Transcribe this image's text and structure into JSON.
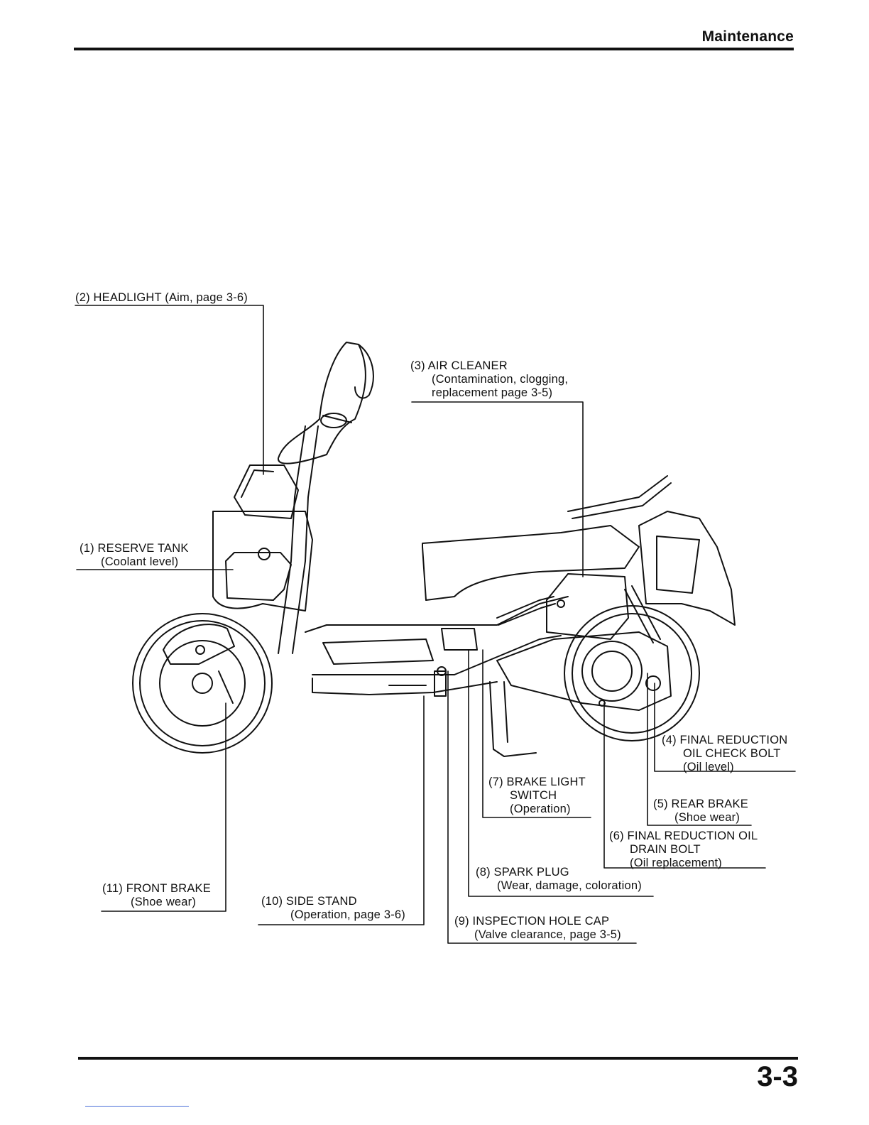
{
  "header": {
    "section": "Maintenance"
  },
  "footer": {
    "page_number": "3-3"
  },
  "callouts": {
    "headlight": {
      "l1": "(2) HEADLIGHT (Aim, page 3-6)"
    },
    "air_cleaner": {
      "l1": "(3) AIR CLEANER",
      "l2": "(Contamination, clogging,",
      "l3": "replacement page 3-5)"
    },
    "reserve_tank": {
      "l1": "(1) RESERVE TANK",
      "l2": "(Coolant level)"
    },
    "final_check_bolt": {
      "l1": "(4) FINAL REDUCTION",
      "l2": "OIL CHECK BOLT",
      "l3": "(Oil level)"
    },
    "brake_light": {
      "l1": "(7) BRAKE LIGHT",
      "l2": "SWITCH",
      "l3": "(Operation)"
    },
    "rear_brake": {
      "l1": "(5) REAR BRAKE",
      "l2": "(Shoe wear)"
    },
    "final_drain_bolt": {
      "l1": "(6) FINAL REDUCTION OIL",
      "l2": "DRAIN BOLT",
      "l3": "(Oil replacement)"
    },
    "spark_plug": {
      "l1": "(8) SPARK PLUG",
      "l2": "(Wear, damage, coloration)"
    },
    "front_brake": {
      "l1": "(11) FRONT BRAKE",
      "l2": "(Shoe wear)"
    },
    "side_stand": {
      "l1": "(10) SIDE STAND",
      "l2": "(Operation, page 3-6)"
    },
    "inspection_cap": {
      "l1": "(9) INSPECTION HOLE CAP",
      "l2": "(Valve clearance, page 3-5)"
    }
  }
}
